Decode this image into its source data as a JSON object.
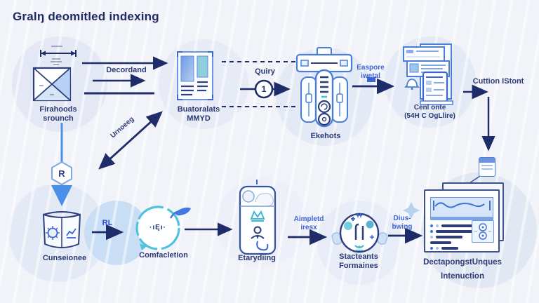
{
  "title": "Gralŋ deomítled indexing",
  "nodes": {
    "source": {
      "label": "Firahoods\nsrounch"
    },
    "document": {
      "label": "Buatoralats\nMMYD"
    },
    "server": {
      "label": "Ekehots"
    },
    "browser_stack": {
      "label": "Cenl onte\n(54H C OgLlire)"
    },
    "container": {
      "label": "Cunseionee"
    },
    "compaction": {
      "label": "Comfacletion",
      "glyph": "·ıĘı·"
    },
    "extraction": {
      "label": "Etarydiing"
    },
    "formats": {
      "label": "Stacteants\nFormaines"
    },
    "dashboard": {
      "label": "DectapongstUnques\nIntenuction"
    }
  },
  "edges": {
    "decordand": "Decordand",
    "quiry": "Quiry",
    "quiry_badge": "1",
    "easpore": "Easpore\niwetal",
    "cuttion": "Cuttion IStont",
    "urnoeeg": "Urnoeeg",
    "rl": "RL",
    "r_badge": "R",
    "aimpletd": "Aimpletd\niresx",
    "dius": "Dius-\nbwing"
  },
  "colors": {
    "navy": "#1e2c6a",
    "blue": "#3c63d8",
    "cyan": "#45c0d8",
    "stroke_blue": "#4a7fd9"
  }
}
